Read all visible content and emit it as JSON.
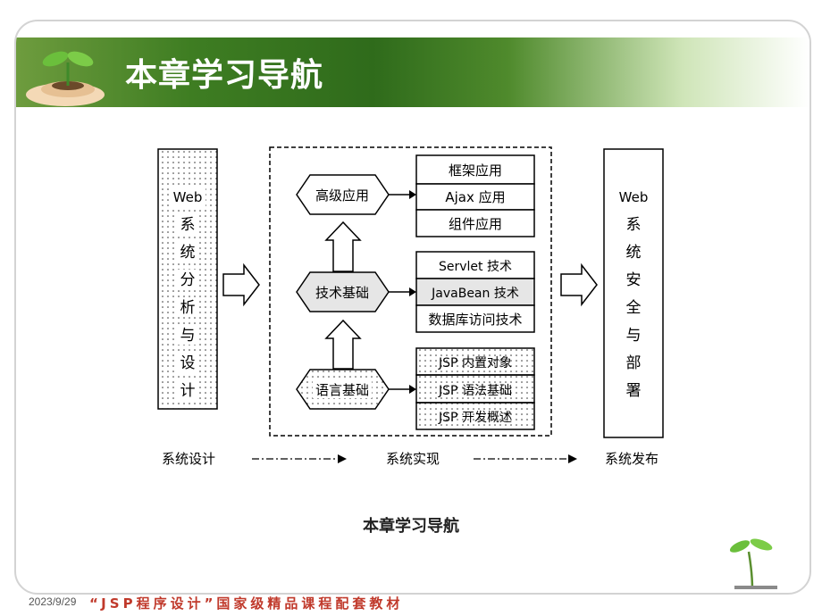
{
  "slide_title": "本章学习导航",
  "diagram": {
    "left_column": "Web系统分析与设计",
    "right_column": "Web系统安全与部署",
    "levels": [
      {
        "label": "高级应用",
        "items": [
          "框架应用",
          "Ajax 应用",
          "组件应用"
        ]
      },
      {
        "label": "技术基础",
        "items": [
          "Servlet 技术",
          "JavaBean 技术",
          "数据库访问技术"
        ]
      },
      {
        "label": "语言基础",
        "items": [
          "JSP 内置对象",
          "JSP 语法基础",
          "JSP 开发概述"
        ]
      }
    ],
    "stages": [
      "系统设计",
      "系统实现",
      "系统发布"
    ]
  },
  "caption": "本章学习导航",
  "footer": {
    "date": "2023/9/29",
    "course": "“JSP程序设计”国家级精品课程配套教材"
  }
}
